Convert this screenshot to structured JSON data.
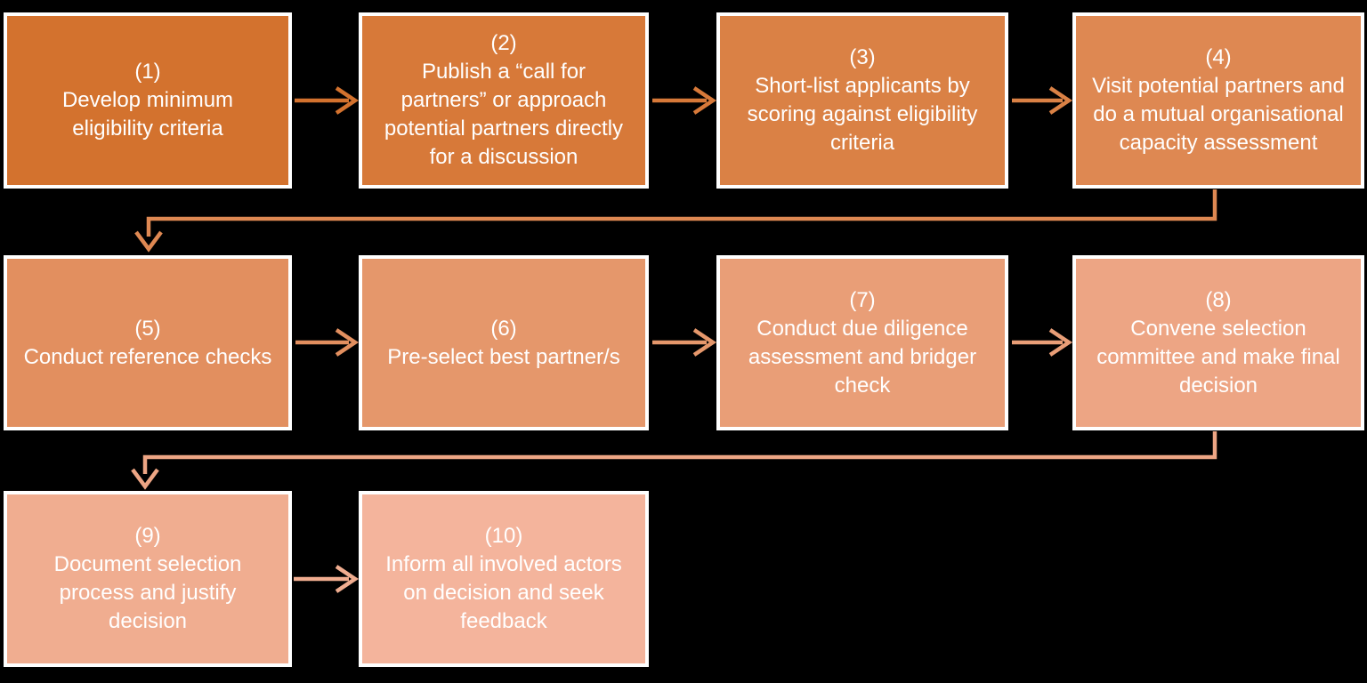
{
  "flowchart": {
    "description": "10-step partner selection process flow",
    "steps": [
      {
        "number": "(1)",
        "label": "Develop minimum eligibility criteria",
        "color": "#d3722e"
      },
      {
        "number": "(2)",
        "label": "Publish a “call for partners” or approach potential partners directly for a discussion",
        "color": "#d77939"
      },
      {
        "number": "(3)",
        "label": "Short-list applicants by scoring against eligibility criteria",
        "color": "#da8145"
      },
      {
        "number": "(4)",
        "label": "Visit potential partners and do a mutual organisational capacity assessment",
        "color": "#de8852"
      },
      {
        "number": "(5)",
        "label": "Conduct reference checks",
        "color": "#e28f5f"
      },
      {
        "number": "(6)",
        "label": "Pre-select best partner/s",
        "color": "#e5976b"
      },
      {
        "number": "(7)",
        "label": "Conduct due diligence assessment and bridger check",
        "color": "#e99e77"
      },
      {
        "number": "(8)",
        "label": "Convene selection committee and make final decision",
        "color": "#eda584"
      },
      {
        "number": "(9)",
        "label": "Document selection process and justify decision",
        "color": "#f0ad90"
      },
      {
        "number": "(10)",
        "label": "Inform all involved actors on decision and seek feedback",
        "color": "#f4b49c"
      }
    ]
  },
  "colors": {
    "background": "#000000",
    "box_border": "#ffffff",
    "box_text": "#ffffff"
  }
}
